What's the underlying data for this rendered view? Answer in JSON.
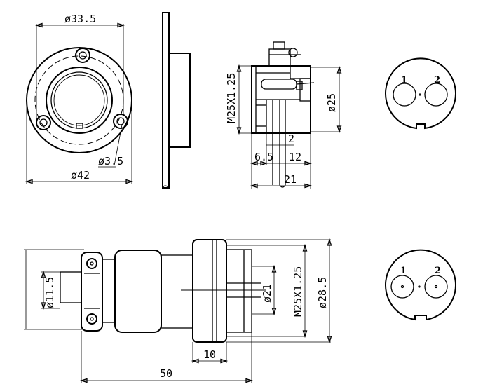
{
  "front_view": {
    "d_flange_holes": "ø33.5",
    "d_flange": "ø42",
    "d_hole": "ø3.5"
  },
  "section_view": {
    "thread": "M25X1.25",
    "d_body": "ø25",
    "w_2": "2",
    "w_6_5": "6.5",
    "w_12": "12",
    "w_21": "21"
  },
  "socket_pins_top": {
    "pin_1": "1",
    "pin_2": "2"
  },
  "plug_view": {
    "d_cable": "ø11.5",
    "d_inner": "ø21",
    "thread": "M25X1.25",
    "d_outer": "ø28.5",
    "w_nut": "10",
    "length": "50"
  },
  "socket_pins_bottom": {
    "pin_1": "1",
    "pin_2": "2"
  }
}
